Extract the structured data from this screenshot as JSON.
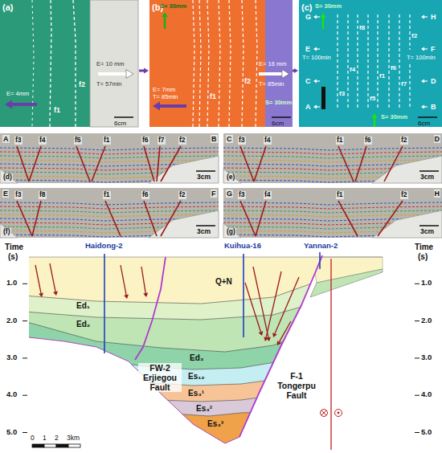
{
  "diagram": {
    "labels": [
      "(a)",
      "E= 4mm",
      "f1",
      "f2",
      "E= 10 mm",
      "T= 57min",
      "6cm",
      "(b)",
      "S= 30mm",
      "E= 7mm",
      "T= 85min",
      "f1",
      "f2",
      "E= 16 mm",
      "T= 85min",
      "S= 30mm",
      "6cm",
      "(c)",
      "S= 30mm",
      "G",
      "H",
      "E",
      "F",
      "T= 100min",
      "T= 100min",
      "C",
      "D",
      "A",
      "B",
      "f8",
      "f4",
      "f3",
      "f5",
      "f1",
      "f6",
      "f7",
      "f2",
      "S= 30mm",
      "6cm",
      "A",
      "f3",
      "f4",
      "f5",
      "f1",
      "f6",
      "f7",
      "f2",
      "B",
      "(d)",
      "3cm",
      "C",
      "f3",
      "f4",
      "f1",
      "f6",
      "f2",
      "D",
      "(e)",
      "3cm",
      "E",
      "f3",
      "f8",
      "f1",
      "f6",
      "f2",
      "F",
      "(f)",
      "3cm",
      "G",
      "f3",
      "f4",
      "f1",
      "f2",
      "H",
      "(g)",
      "3cm",
      "Time",
      "(s)",
      "Time",
      "(s)",
      "1.0",
      "2.0",
      "3.0",
      "4.0",
      "5.0",
      "1.0",
      "2.0",
      "3.0",
      "4.0",
      "5.0",
      "Haidong-2",
      "Kuihua-16",
      "Yannan-2",
      "Q+N",
      "Ed₁",
      "Ed₂",
      "Ed₃",
      "Es₁₂",
      "Es₃¹",
      "Es₃²",
      "Es₃³",
      "FW-2 Erjiegou Fault",
      "F-1 Tongerpu Fault",
      "0",
      "1",
      "2",
      "3km"
    ]
  }
}
